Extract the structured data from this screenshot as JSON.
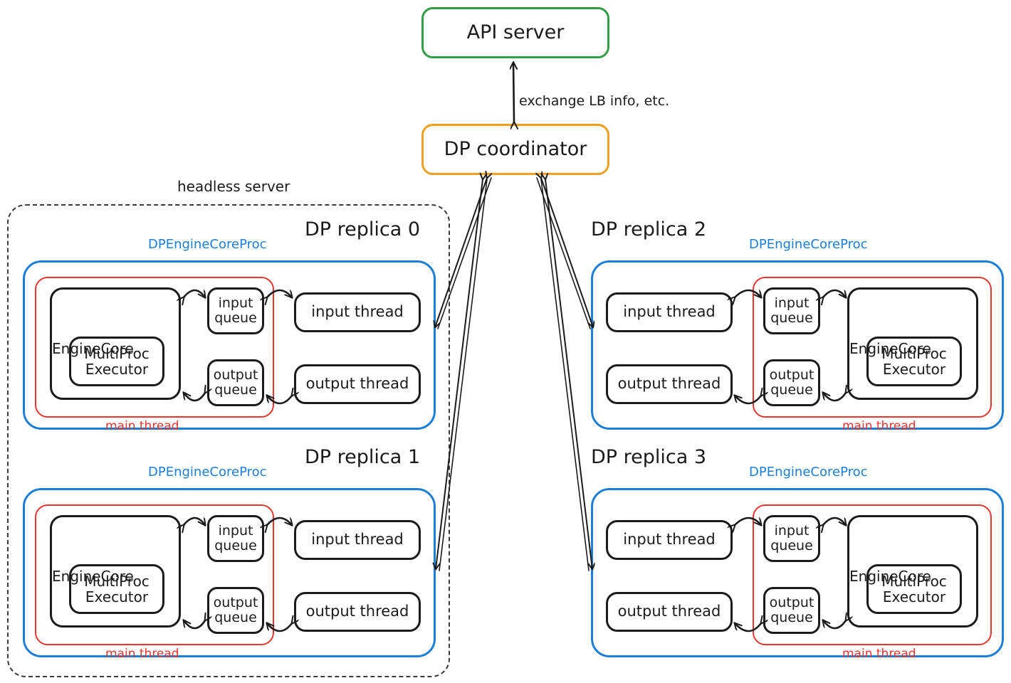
{
  "diagram": {
    "title_nodes": {
      "api_server": "API server",
      "dp_coordinator": "DP coordinator"
    },
    "edge_labels": {
      "coordinator_api": "exchange LB info, etc."
    },
    "headless_server_label": "headless server",
    "colors": {
      "api_server_border": "#2f9e44",
      "coordinator_border": "#f0a020",
      "proc_border": "#1c7ed6",
      "main_thread_border": "#e8352e",
      "node_border": "#1b1b1b",
      "headless_border": "#3b3b3b",
      "background": "#ffffff"
    },
    "common_labels": {
      "proc": "DPEngineCoreProc",
      "main_thread": "main thread",
      "engine_core": "EngineCore",
      "multiproc_executor_line1": "MultiProc",
      "multiproc_executor_line2": "Executor",
      "input_queue_line1": "input",
      "input_queue_line2": "queue",
      "output_queue_line1": "output",
      "output_queue_line2": "queue",
      "input_thread": "input thread",
      "output_thread": "output thread"
    },
    "replicas": [
      {
        "id": 0,
        "title": "DP replica 0",
        "side": "left",
        "inside_headless": true
      },
      {
        "id": 1,
        "title": "DP replica 1",
        "side": "left",
        "inside_headless": true
      },
      {
        "id": 2,
        "title": "DP replica 2",
        "side": "right",
        "inside_headless": false
      },
      {
        "id": 3,
        "title": "DP replica 3",
        "side": "right",
        "inside_headless": false
      }
    ]
  }
}
